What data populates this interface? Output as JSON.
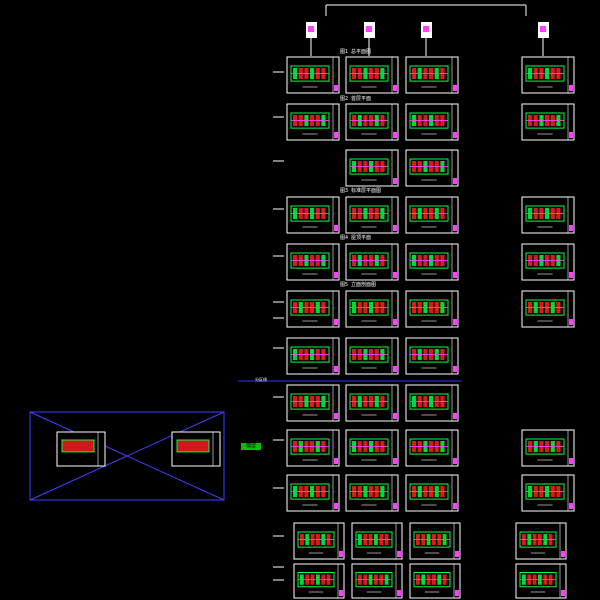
{
  "drawing": {
    "section_titles": [
      "图1 总平面图",
      "图2 首层平面",
      "图3 标准层平面图",
      "图4 屋顶平面",
      "图5 立面剖面图"
    ],
    "divider_label": "分区线",
    "green_tag": "模型",
    "colors": {
      "background": "#000000",
      "frame": "#ffffff",
      "plan_red": "#ff2020",
      "plan_green": "#00ff40",
      "plan_magenta": "#ff40ff",
      "accent_blue": "#4040ff",
      "tag_green": "#00c000"
    }
  }
}
